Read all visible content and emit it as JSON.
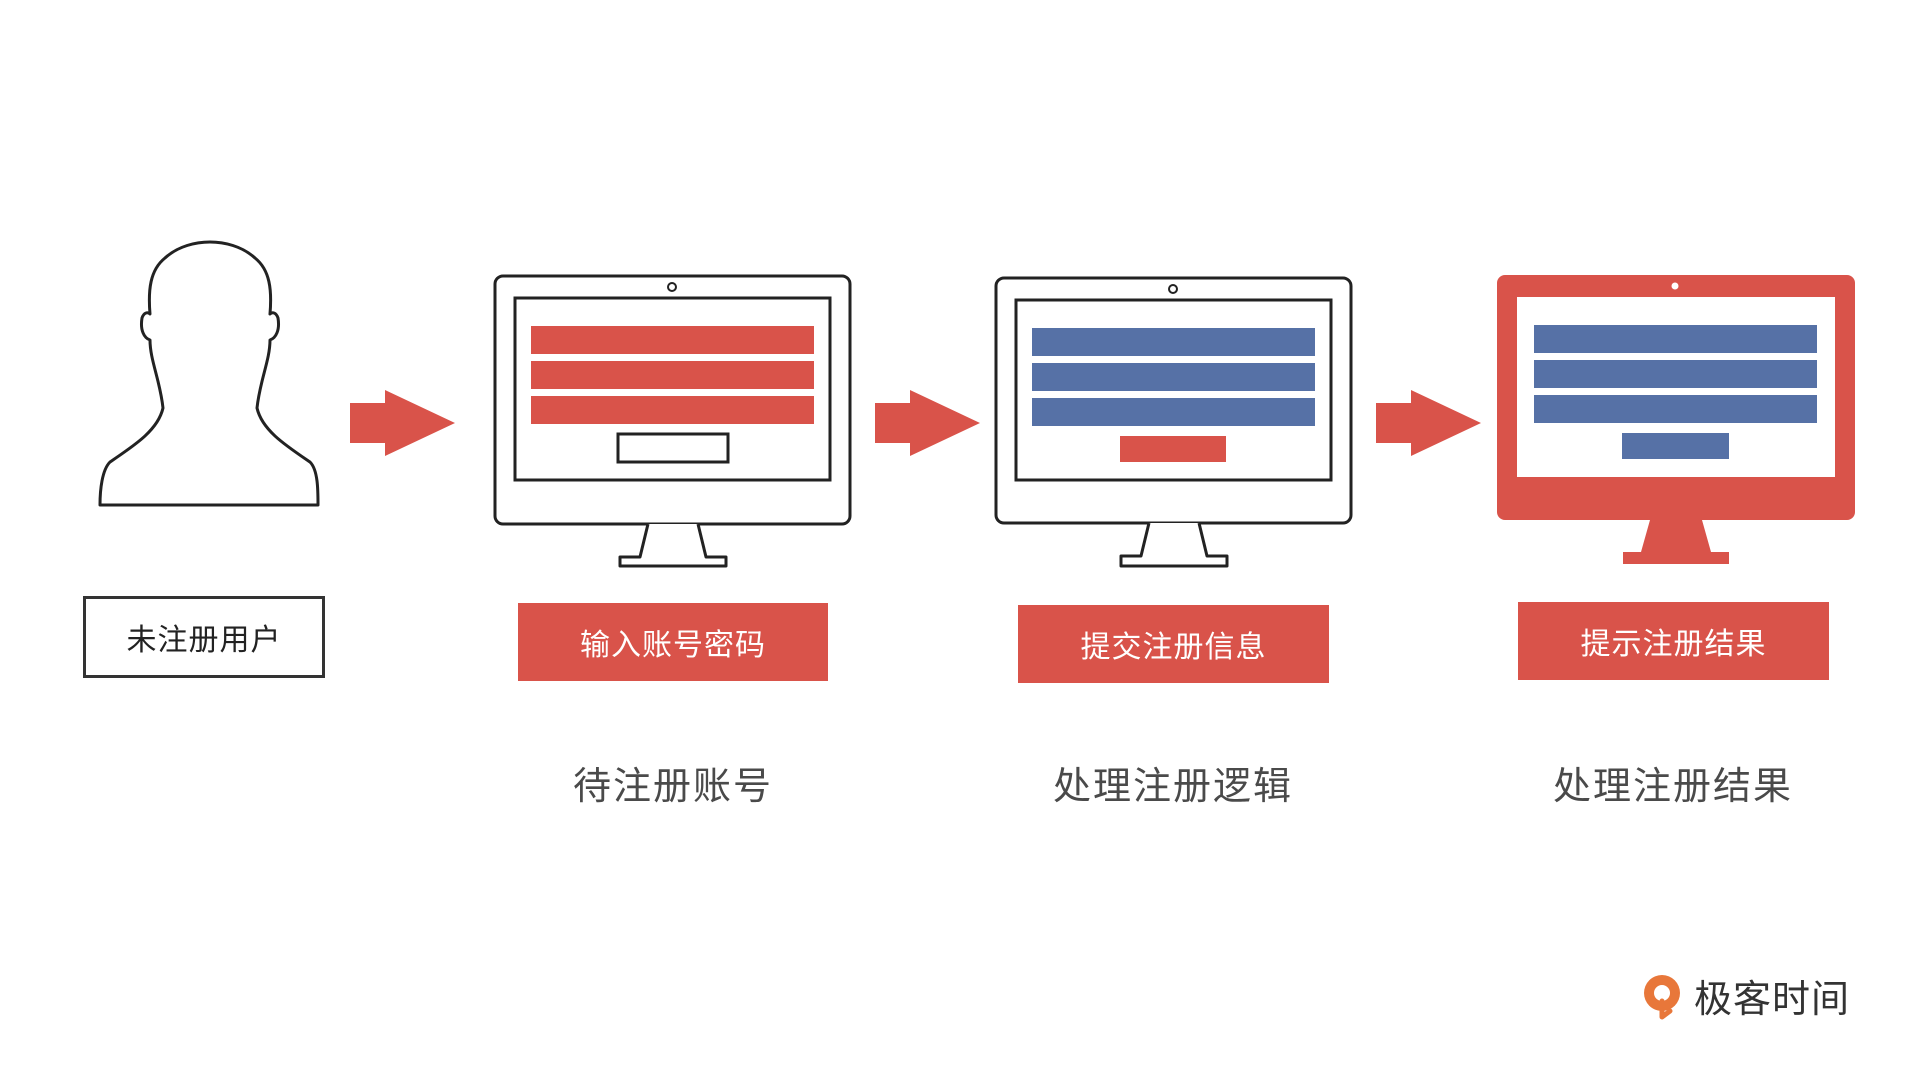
{
  "colors": {
    "accent_red": "#d9534a",
    "form_blue": "#5671a6",
    "outline": "#333333",
    "brand_orange": "#e8773a"
  },
  "steps": [
    {
      "icon": "user-silhouette-icon",
      "label": "未注册用户",
      "caption": ""
    },
    {
      "icon": "monitor-icon",
      "label": "输入账号密码",
      "caption": "待注册账号"
    },
    {
      "icon": "monitor-icon",
      "label": "提交注册信息",
      "caption": "处理注册逻辑"
    },
    {
      "icon": "monitor-icon",
      "label": "提示注册结果",
      "caption": "处理注册结果"
    }
  ],
  "arrows": [
    "arrow-right-icon",
    "arrow-right-icon",
    "arrow-right-icon"
  ],
  "brand": {
    "icon": "geektime-logo-icon",
    "name": "极客时间"
  }
}
